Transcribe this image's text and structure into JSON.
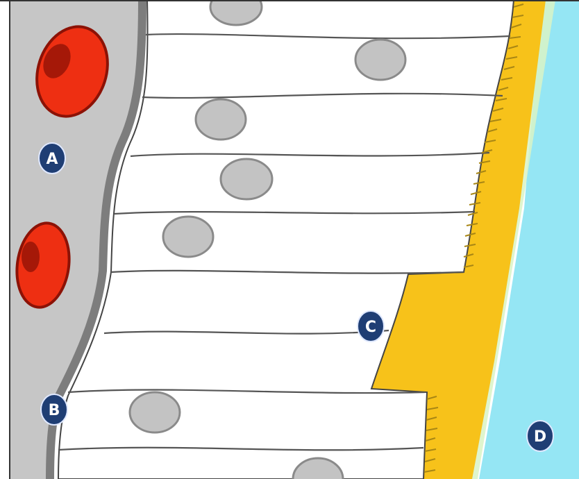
{
  "labels": {
    "a": "A",
    "b": "B",
    "c": "C",
    "d": "D"
  },
  "colors": {
    "background": "#ffffff",
    "capillary_lumen": "#c6c6c6",
    "capillary_wall": "#7d7d7d",
    "red_blood_cell": "#ee2f12",
    "red_blood_cell_dark": "#8c1206",
    "epithelial_cell": "#ffffff",
    "cell_outline": "#555555",
    "nucleus": "#c3c3c3",
    "nucleus_outline": "#8a8a8a",
    "mucus_layer": "#f7c21a",
    "cilia": "#a88615",
    "lumen_fluid": "#95e6f4",
    "label_fill": "#1f3e74",
    "label_text": "#ffffff"
  }
}
